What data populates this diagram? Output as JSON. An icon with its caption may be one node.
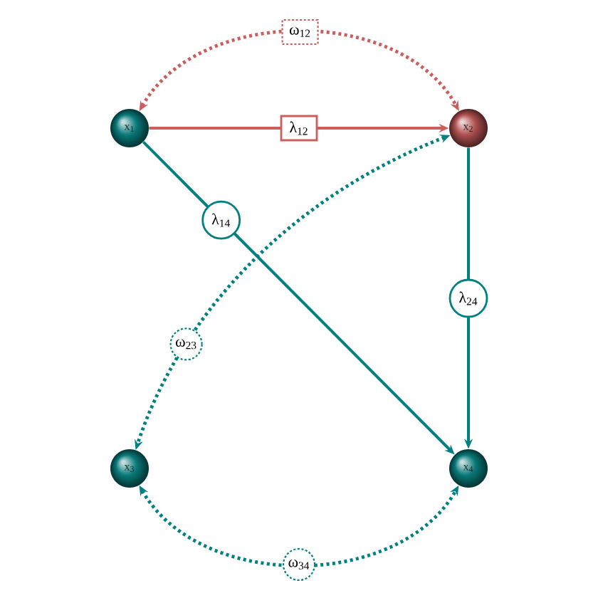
{
  "diagram": {
    "nodes": [
      {
        "text": [
          "x$_{1}$"
        ]
      },
      {
        "text": [
          "x$_{2}$"
        ]
      },
      {
        "text": [
          "x$_{3}$"
        ]
      },
      {
        "text": [
          "x$_{4}$"
        ]
      }
    ],
    "edges": [
      {
        "from": 0,
        "to": 1,
        "arrow": "to",
        "label": "λ$_{12}$",
        "color": "#cd5c5c"
      },
      {
        "from": 0,
        "to": 3,
        "arrow": "to",
        "label": "λ$_{14}$"
      },
      {
        "from": 1,
        "to": 3,
        "arrow": "to",
        "label": "λ$_{24}$"
      },
      {
        "from": 0,
        "to": 1,
        "arrow": "both",
        "label": "ω$_{12}$",
        "style": "dashed",
        "color": "#cd5c5c"
      },
      {
        "from": 1,
        "to": 2,
        "arrow": "both",
        "label": "ω$_{23}$",
        "style": "dashed"
      },
      {
        "from": 2,
        "to": 3,
        "arrow": "both",
        "label": "ω$_{34}$",
        "style": "dashed"
      }
    ]
  }
}
